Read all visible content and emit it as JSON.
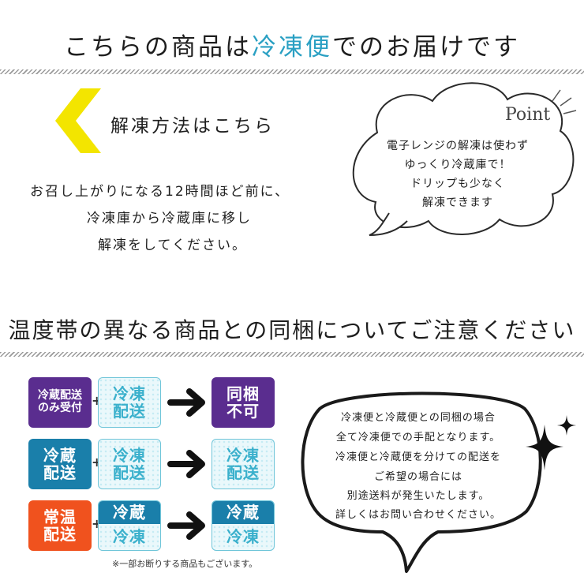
{
  "header": {
    "title_before": "こちらの商品は",
    "title_accent": "冷凍便",
    "title_after": "でのお届けです"
  },
  "thaw": {
    "heading": "解凍方法はこちら",
    "lines": [
      "お召し上がりになる12時間ほど前に、",
      "冷凍庫から冷蔵庫に移し",
      "解凍をしてください。"
    ]
  },
  "point": {
    "label": "Point",
    "lines": [
      "電子レンジの解凍は使わず",
      "ゆっくり冷蔵庫で！",
      "ドリップも少なく",
      "解凍できます"
    ]
  },
  "notice": {
    "title": "温度帯の異なる商品との同梱についてご注意ください"
  },
  "rows": [
    {
      "left": [
        "冷蔵配送",
        "のみ受付"
      ],
      "plus": "+",
      "right": [
        "冷凍",
        "配送"
      ],
      "result": [
        "同梱",
        "不可"
      ]
    },
    {
      "left": [
        "冷蔵",
        "配送"
      ],
      "plus": "+",
      "right": [
        "冷凍",
        "配送"
      ],
      "result": [
        "冷凍",
        "配送"
      ]
    },
    {
      "left": [
        "常温",
        "配送"
      ],
      "plus": "+",
      "right": [
        "冷蔵",
        "冷凍"
      ],
      "result": [
        "冷蔵",
        "冷凍"
      ]
    }
  ],
  "bubble": {
    "lines": [
      "冷凍便と冷蔵便との同梱の場合",
      "全て冷凍便での手配となります。",
      "冷凍便と冷蔵便を分けての配送を",
      "ご希望の場合には",
      "別途送料が発生いたします。",
      "詳しくはお問い合わせください。"
    ]
  },
  "footnote": "※一部お断りする商品もございます。",
  "colors": {
    "accent_blue": "#2aa0c3",
    "arrow_yellow": "#f3e500",
    "refrigerated": "#1a7faa",
    "normal_temp": "#f0521e",
    "restricted": "#5a2d8f",
    "frozen_text": "#3ab0cc"
  },
  "icons": [
    "yellow-chevron-icon",
    "point-cloud",
    "right-arrow-icon",
    "sparkle-icon",
    "speech-bubble"
  ]
}
